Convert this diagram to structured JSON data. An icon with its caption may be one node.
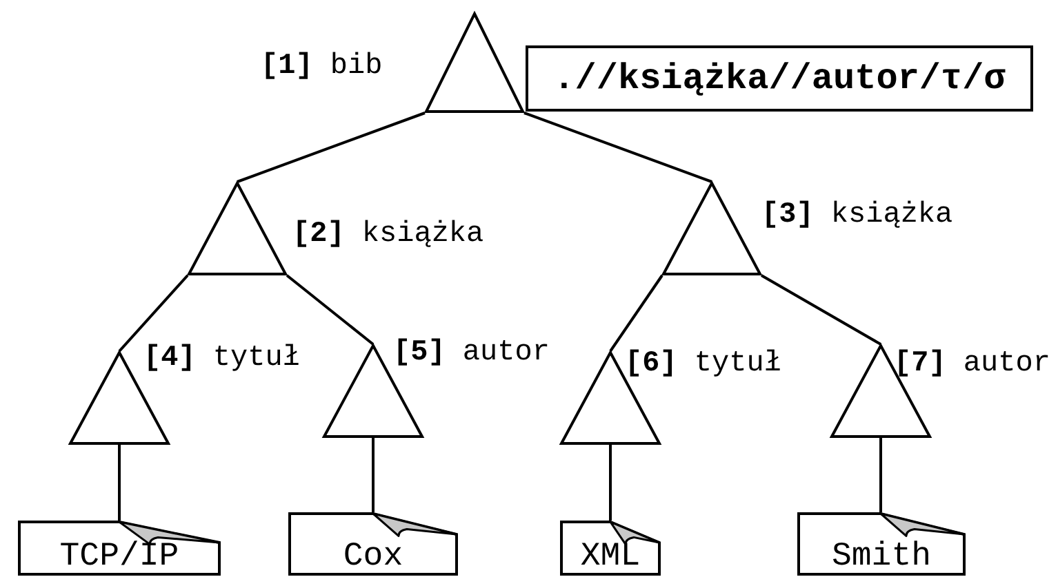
{
  "diagram": {
    "nodes": [
      {
        "text": [],
        "shape": "triangle",
        "beside": [
          "**[1]** bib"
        ]
      },
      {
        "text": [
          ".//książka//autor/τ/σ"
        ]
      },
      {
        "text": [],
        "shape": "triangle",
        "beside": [
          "**[2]** książka"
        ]
      },
      {
        "text": [],
        "shape": "triangle",
        "beside": [
          "**[3]** książka"
        ]
      },
      {
        "text": [],
        "shape": "triangle",
        "beside": [
          "**[4]** tytuł"
        ]
      },
      {
        "text": [],
        "shape": "triangle",
        "beside": [
          "**[5]** autor"
        ]
      },
      {
        "text": [],
        "shape": "triangle",
        "beside": [
          "**[6]** tytuł"
        ]
      },
      {
        "text": [],
        "shape": "triangle",
        "beside": [
          "**[7]** autor"
        ]
      },
      {
        "text": [
          "TCP/IP"
        ]
      },
      {
        "text": [
          "Cox"
        ]
      },
      {
        "text": [
          "XML"
        ]
      },
      {
        "text": [
          "Smith"
        ]
      }
    ],
    "edges": [
      {
        "from": 0,
        "to": 2,
        "arrow": "none"
      },
      {
        "from": 0,
        "to": 3,
        "arrow": "none"
      },
      {
        "from": 2,
        "to": 4,
        "arrow": "none"
      },
      {
        "from": 2,
        "to": 5,
        "arrow": "none"
      },
      {
        "from": 3,
        "to": 6,
        "arrow": "none"
      },
      {
        "from": 3,
        "to": 7,
        "arrow": "none"
      },
      {
        "from": 4,
        "to": 8,
        "arrow": "none"
      },
      {
        "from": 5,
        "to": 9,
        "arrow": "none"
      },
      {
        "from": 6,
        "to": 10,
        "arrow": "none"
      },
      {
        "from": 7,
        "to": 11,
        "arrow": "none"
      }
    ]
  }
}
